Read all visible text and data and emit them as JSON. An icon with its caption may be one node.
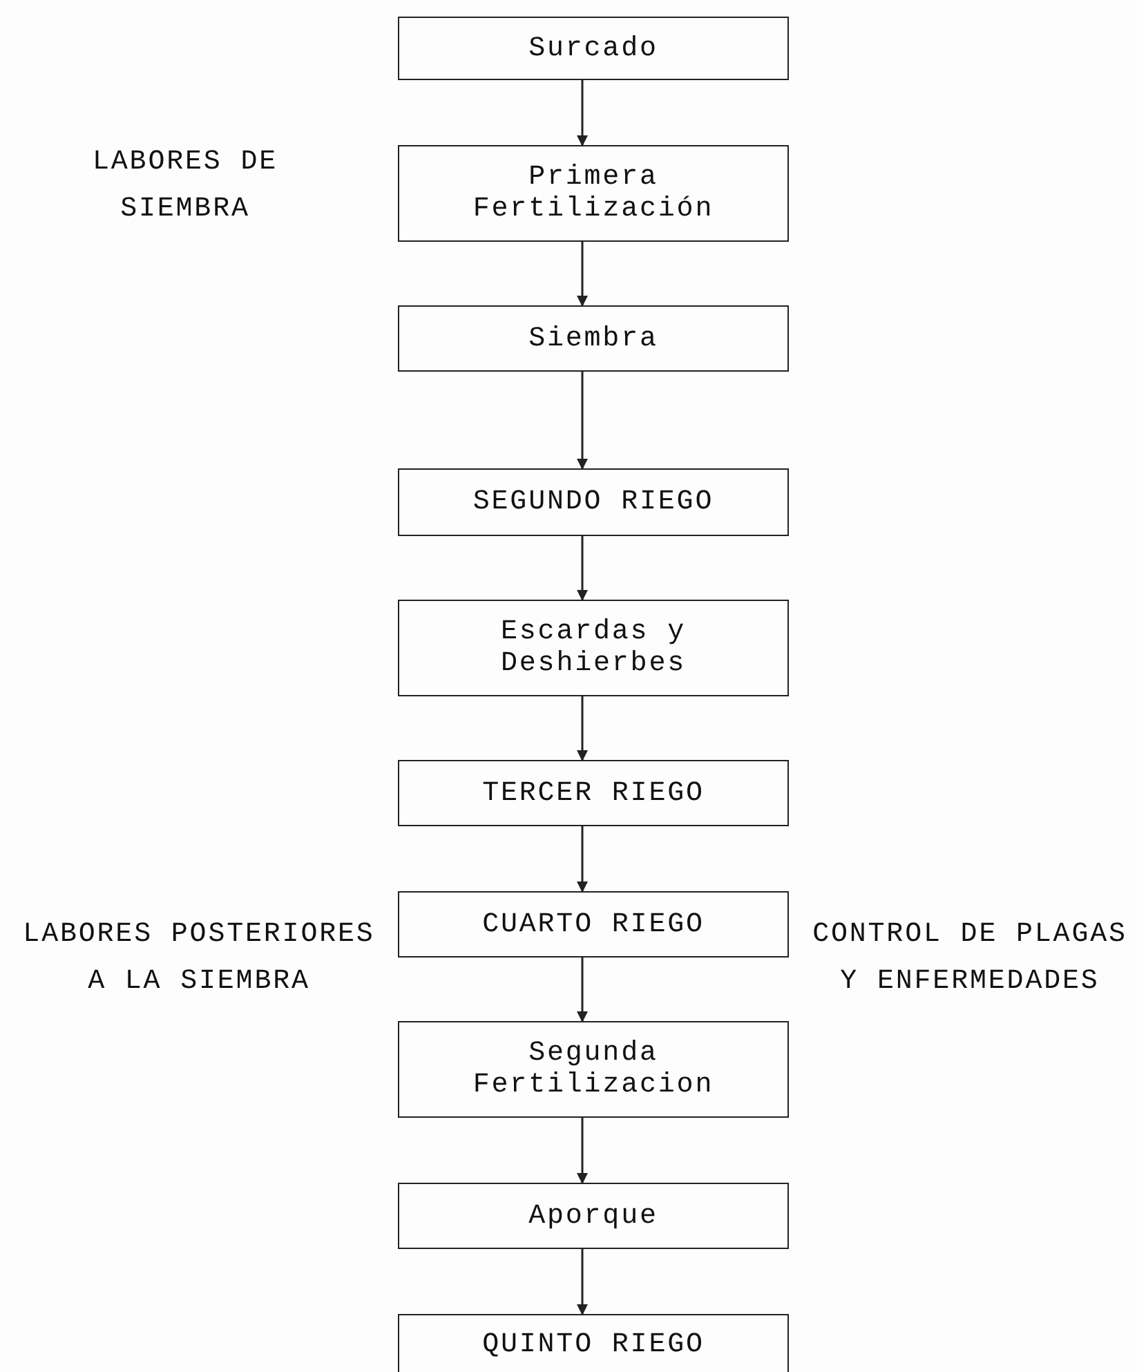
{
  "diagram": {
    "nodes": [
      {
        "text": [
          "Surcado"
        ]
      },
      {
        "text": [
          "Primera Fertilización"
        ]
      },
      {
        "text": [
          "Siembra"
        ]
      },
      {
        "text": [
          "SEGUNDO RIEGO"
        ]
      },
      {
        "text": [
          "Escardas y Deshierbes"
        ]
      },
      {
        "text": [
          "TERCER RIEGO"
        ]
      },
      {
        "text": [
          "CUARTO RIEGO"
        ]
      },
      {
        "text": [
          "Segunda Fertilizacion"
        ]
      },
      {
        "text": [
          "Aporque"
        ]
      },
      {
        "text": [
          "QUINTO RIEGO"
        ]
      }
    ],
    "edges": [
      {
        "from": 0,
        "to": 1,
        "arrow": "to"
      },
      {
        "from": 1,
        "to": 2,
        "arrow": "to"
      },
      {
        "from": 2,
        "to": 3,
        "arrow": "to"
      },
      {
        "from": 3,
        "to": 4,
        "arrow": "to"
      },
      {
        "from": 4,
        "to": 5,
        "arrow": "to"
      },
      {
        "from": 5,
        "to": 6,
        "arrow": "to"
      },
      {
        "from": 6,
        "to": 7,
        "arrow": "to"
      },
      {
        "from": 7,
        "to": 8,
        "arrow": "to"
      },
      {
        "from": 8,
        "to": 9,
        "arrow": "to"
      }
    ],
    "labels": [
      "LABORES DE SIEMBRA",
      "LABORES POSTERIORES A LA SIEMBRA",
      "CONTROL DE PLAGAS Y ENFERMEDADES"
    ]
  }
}
